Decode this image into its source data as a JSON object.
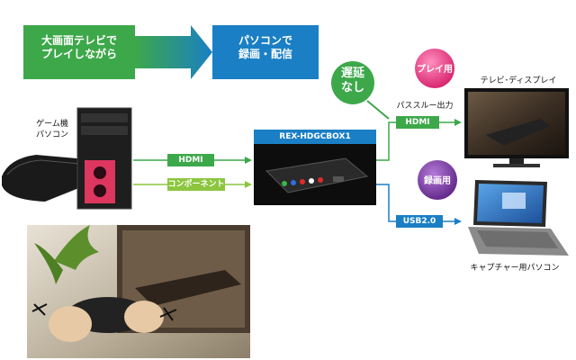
{
  "banner": {
    "left_line1": "大画面テレビで",
    "left_line2": "プレイしながら",
    "right_line1": "パソコンで",
    "right_line2": "録画・配信"
  },
  "badges": {
    "delay_line1": "遅延",
    "delay_line2": "なし",
    "play": "プレイ用",
    "record": "録画用"
  },
  "labels": {
    "game_console_line1": "ゲーム機",
    "game_console_line2": "パソコン",
    "device_name": "REX-HDGCBOX1",
    "passthrough": "パススルー出力",
    "tv_display": "テレビ･ディスプレイ",
    "capture_pc": "キャプチャー用パソコン"
  },
  "connections": {
    "hdmi_in": "HDMI",
    "component_in": "コンポーネント",
    "hdmi_out": "HDMI",
    "usb_out": "USB2.0"
  },
  "colors": {
    "green": "#3da84a",
    "blue": "#1a7fc4",
    "light_green": "#8cc63f",
    "pink": "#e8337a",
    "purple": "#7b3fa0"
  }
}
